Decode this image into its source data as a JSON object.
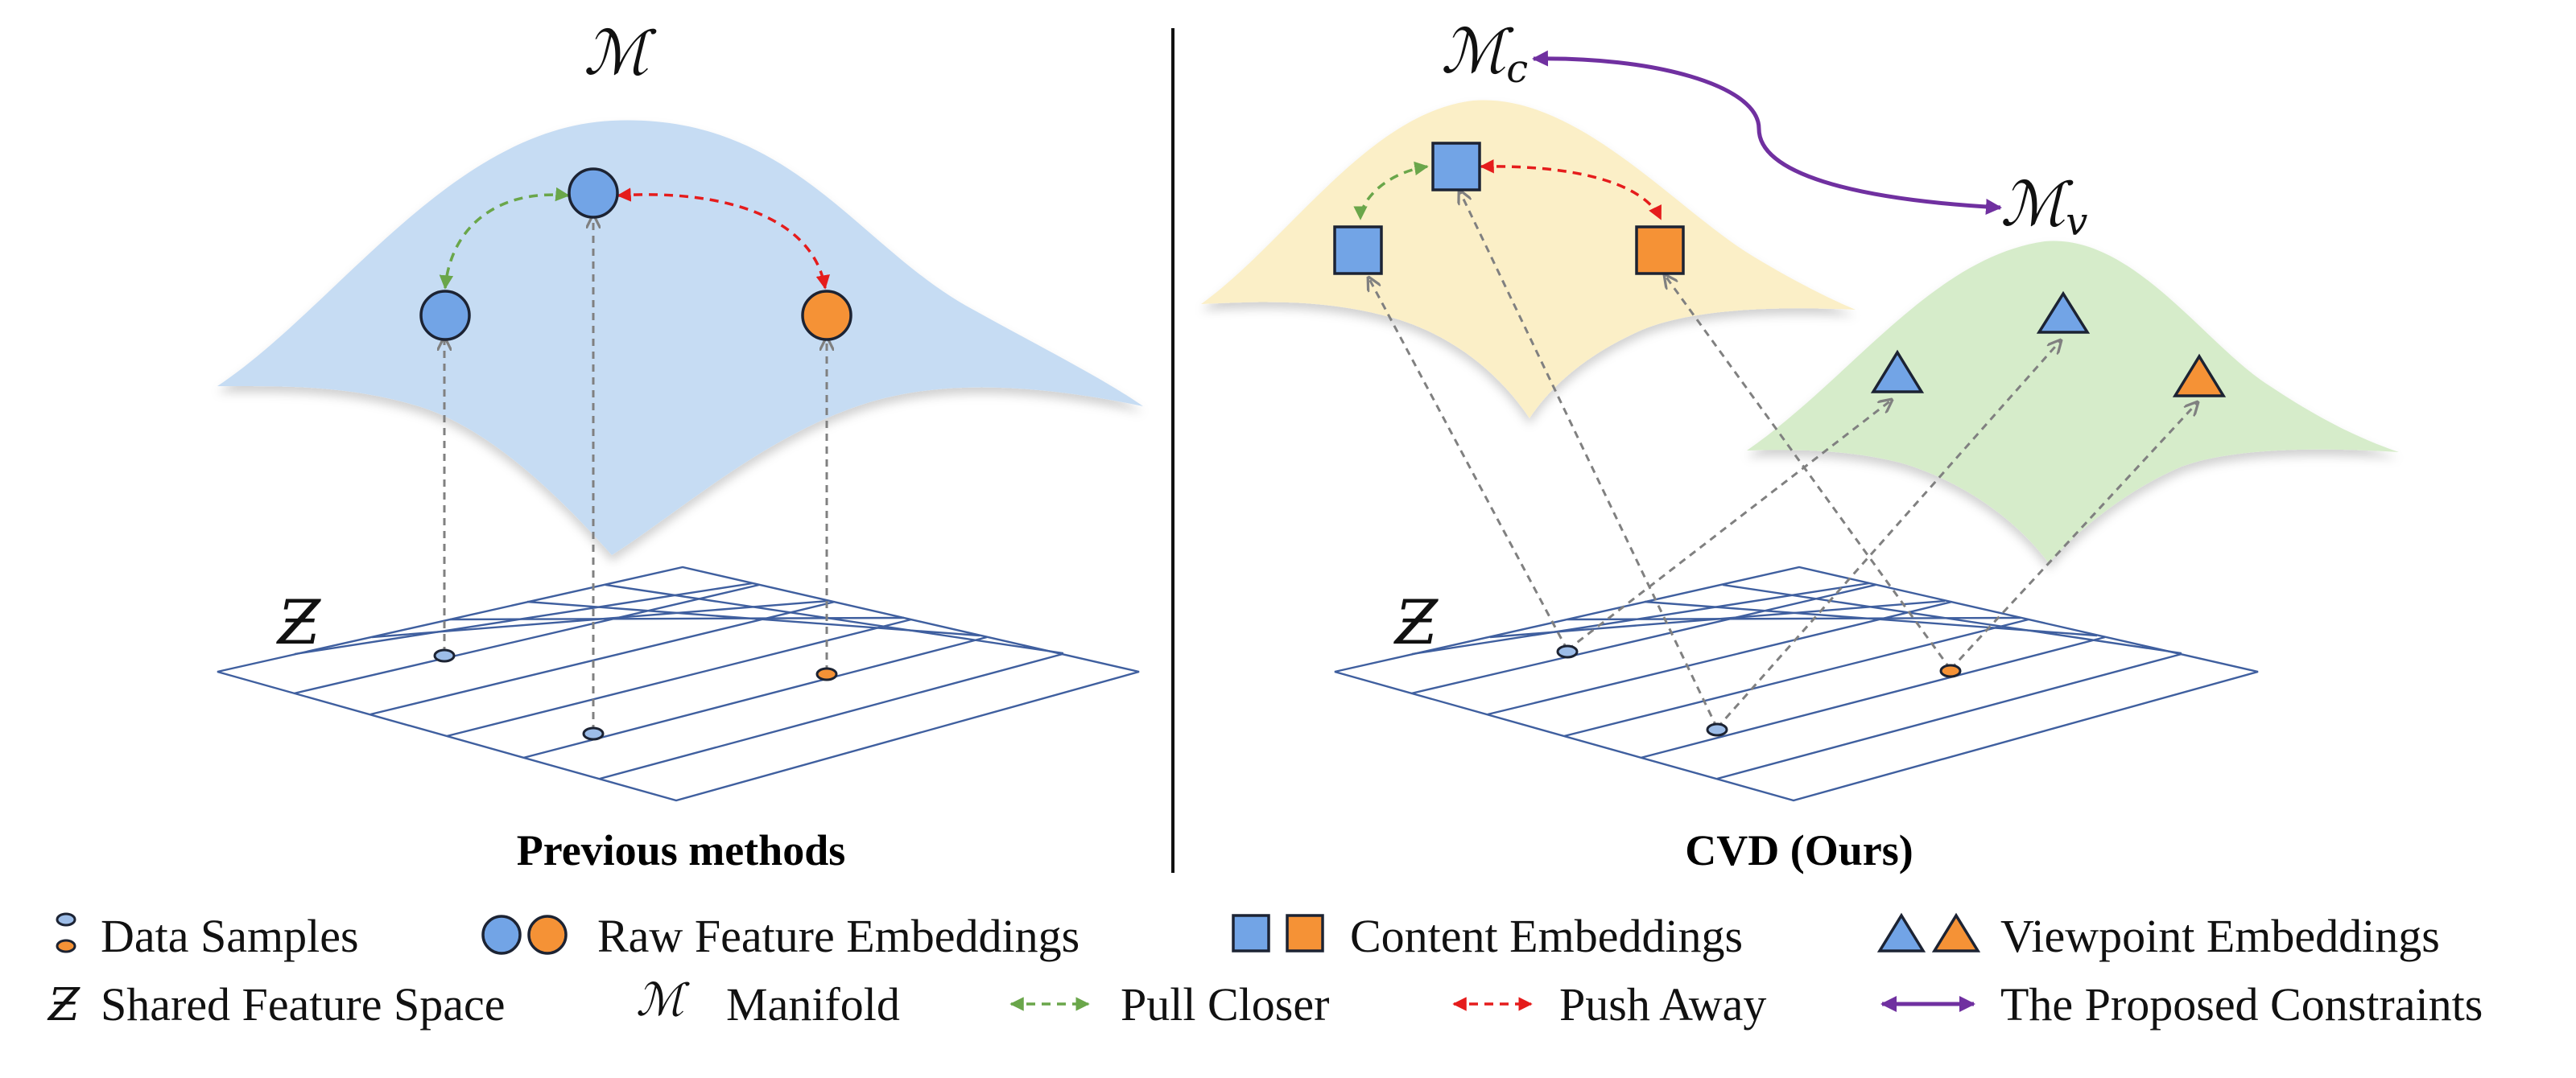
{
  "panels": {
    "left": {
      "caption": "Previous methods",
      "manifold_symbol": "ℳ",
      "feature_space_symbol": "Ƶ"
    },
    "right": {
      "caption": "CVD (Ours)",
      "manifold_symbol": "ℳ",
      "content_subscript": "c",
      "viewpoint_subscript": "v",
      "feature_space_symbol": "Ƶ"
    }
  },
  "legend": {
    "data_samples": "Data Samples",
    "raw_feature_embeddings": "Raw Feature Embeddings",
    "content_embeddings": "Content Embeddings",
    "viewpoint_embeddings": "Viewpoint Embeddings",
    "shared_feature_space": "Shared Feature Space",
    "manifold": "Manifold",
    "pull_closer": "Pull Closer",
    "push_away": "Push Away",
    "proposed_constraints": "The Proposed Constraints"
  },
  "colors": {
    "blue_embedding": "#72a4e6",
    "orange_embedding": "#f59236",
    "manifold_blue": "#c6dcf3",
    "manifold_yellow": "#fbefc7",
    "manifold_green": "#d6ecca",
    "grid": "#3f5f9f",
    "pull": "#6aa64a",
    "push": "#e51c1c",
    "constraint": "#7030a0",
    "projection": "#808080"
  }
}
